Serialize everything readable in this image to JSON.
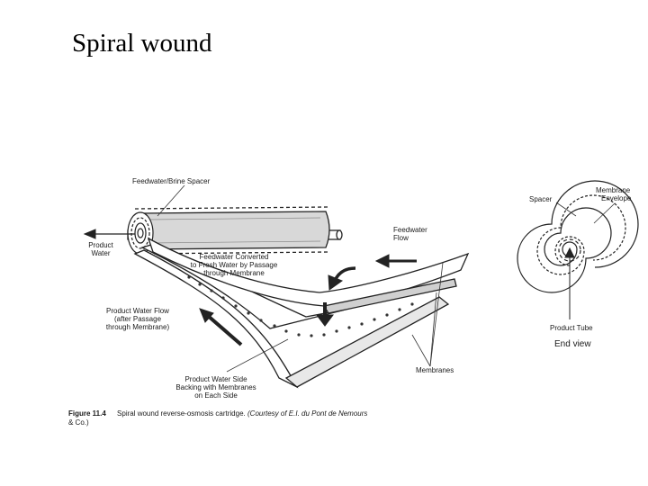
{
  "slide": {
    "title": "Spiral wound"
  },
  "figure": {
    "labels": {
      "feedwater_brine_spacer": "Feedwater/Brine Spacer",
      "product_water_1": "Product",
      "product_water_2": "Water",
      "feedwater_flow_1": "Feedwater",
      "feedwater_flow_2": "Flow",
      "converted_1": "Feedwater Converted",
      "converted_2": "to Fresh Water by Passage",
      "converted_3": "through Membrane",
      "pw_flow_1": "Product Water Flow",
      "pw_flow_2": "(after Passage",
      "pw_flow_3": "through Membrane)",
      "backing_1": "Product Water Side",
      "backing_2": "Backing with Membranes",
      "backing_3": "on Each Side",
      "membranes": "Membranes"
    },
    "end_view": {
      "spacer": "Spacer",
      "envelope_1": "Membrane",
      "envelope_2": "Envelope",
      "product_tube": "Product Tube",
      "title": "End view"
    },
    "caption": {
      "figure_no": "Figure 11.4",
      "text": "Spiral wound reverse-osmosis cartridge.",
      "credit_1": "(Courtesy of E.I. du Pont de Nemours",
      "credit_2": "& Co.)"
    }
  }
}
